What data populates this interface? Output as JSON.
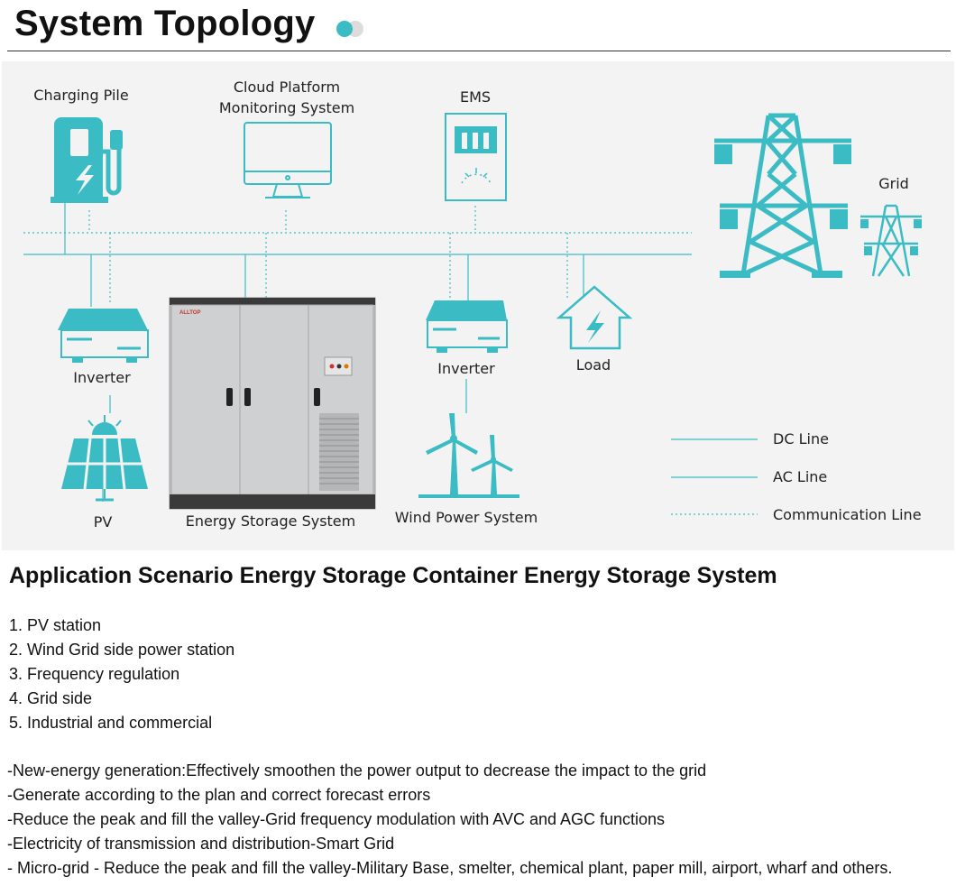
{
  "header": {
    "title": "System Topology"
  },
  "diagram": {
    "nodes": {
      "charging_pile": "Charging Pile",
      "cloud_platform_line1": "Cloud Platform",
      "cloud_platform_line2": "Monitoring System",
      "ems": "EMS",
      "grid": "Grid",
      "inverter_left": "Inverter",
      "inverter_right": "Inverter",
      "load": "Load",
      "pv": "PV",
      "energy_storage_system": "Energy Storage System",
      "wind_power_system": "Wind Power System"
    },
    "cabinet_brand": "ALLTOP",
    "legend": {
      "dc_line": "DC Line",
      "ac_line": "AC Line",
      "communication_line": "Communication Line"
    },
    "colors": {
      "accent": "#3bbcc4",
      "panel": "#f3f3f3",
      "text": "#222222"
    }
  },
  "scenario": {
    "title": "Application Scenario Energy Storage Container Energy Storage System",
    "items": [
      "1. PV station",
      "2. Wind Grid side power station",
      "3. Frequency regulation",
      "4. Grid side",
      "5. Industrial and commercial"
    ],
    "bullets": [
      "-New-energy generation:Effectively smoothen the power output to decrease the impact to the grid",
      "-Generate according to the plan and correct forecast errors",
      "-Reduce the peak and fill the valley-Grid frequency modulation with AVC and AGC functions",
      "-Electricity of transmission and distribution-Smart Grid",
      "- Micro-grid - Reduce the peak and fill the valley-Military Base, smelter, chemical plant, paper mill, airport, wharf and others."
    ]
  }
}
